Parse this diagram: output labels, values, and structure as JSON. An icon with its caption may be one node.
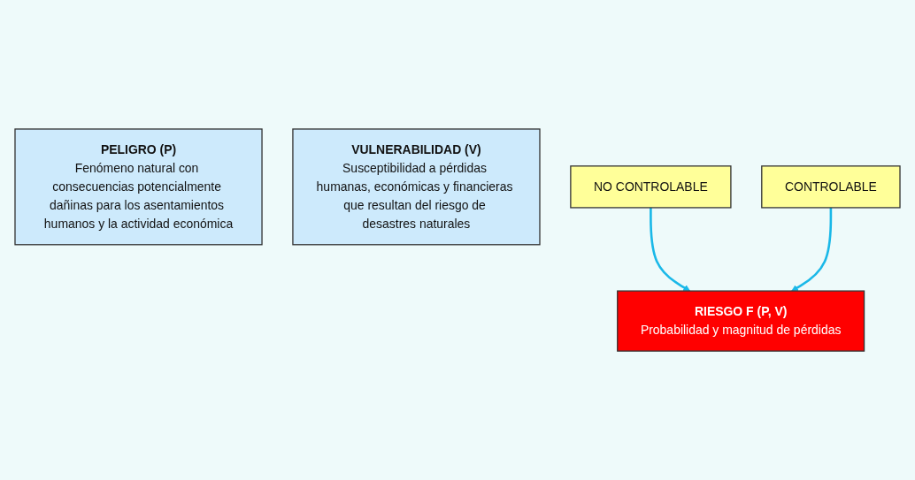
{
  "diagram": {
    "nodes": [
      {
        "text": [
          "PELIGRO (P)",
          "Fenómeno natural con consecuencias potencialmente dañinas para los asentamientos humanos y la actividad económica"
        ]
      },
      {
        "text": [
          "VULNERABILIDAD (V)",
          "Susceptibilidad a pérdidas humanas, económicas y financieras que resultan del riesgo de desastres naturales"
        ]
      },
      {
        "text": [
          "NO CONTROLABLE"
        ]
      },
      {
        "text": [
          "CONTROLABLE"
        ]
      },
      {
        "text": [
          "RIESGO F (P, V)",
          "Probabilidad y magnitud de pérdidas"
        ]
      }
    ],
    "edges": [
      {
        "from": 2,
        "to": 4,
        "arrow": "to"
      },
      {
        "from": 3,
        "to": 4,
        "arrow": "to"
      }
    ]
  }
}
